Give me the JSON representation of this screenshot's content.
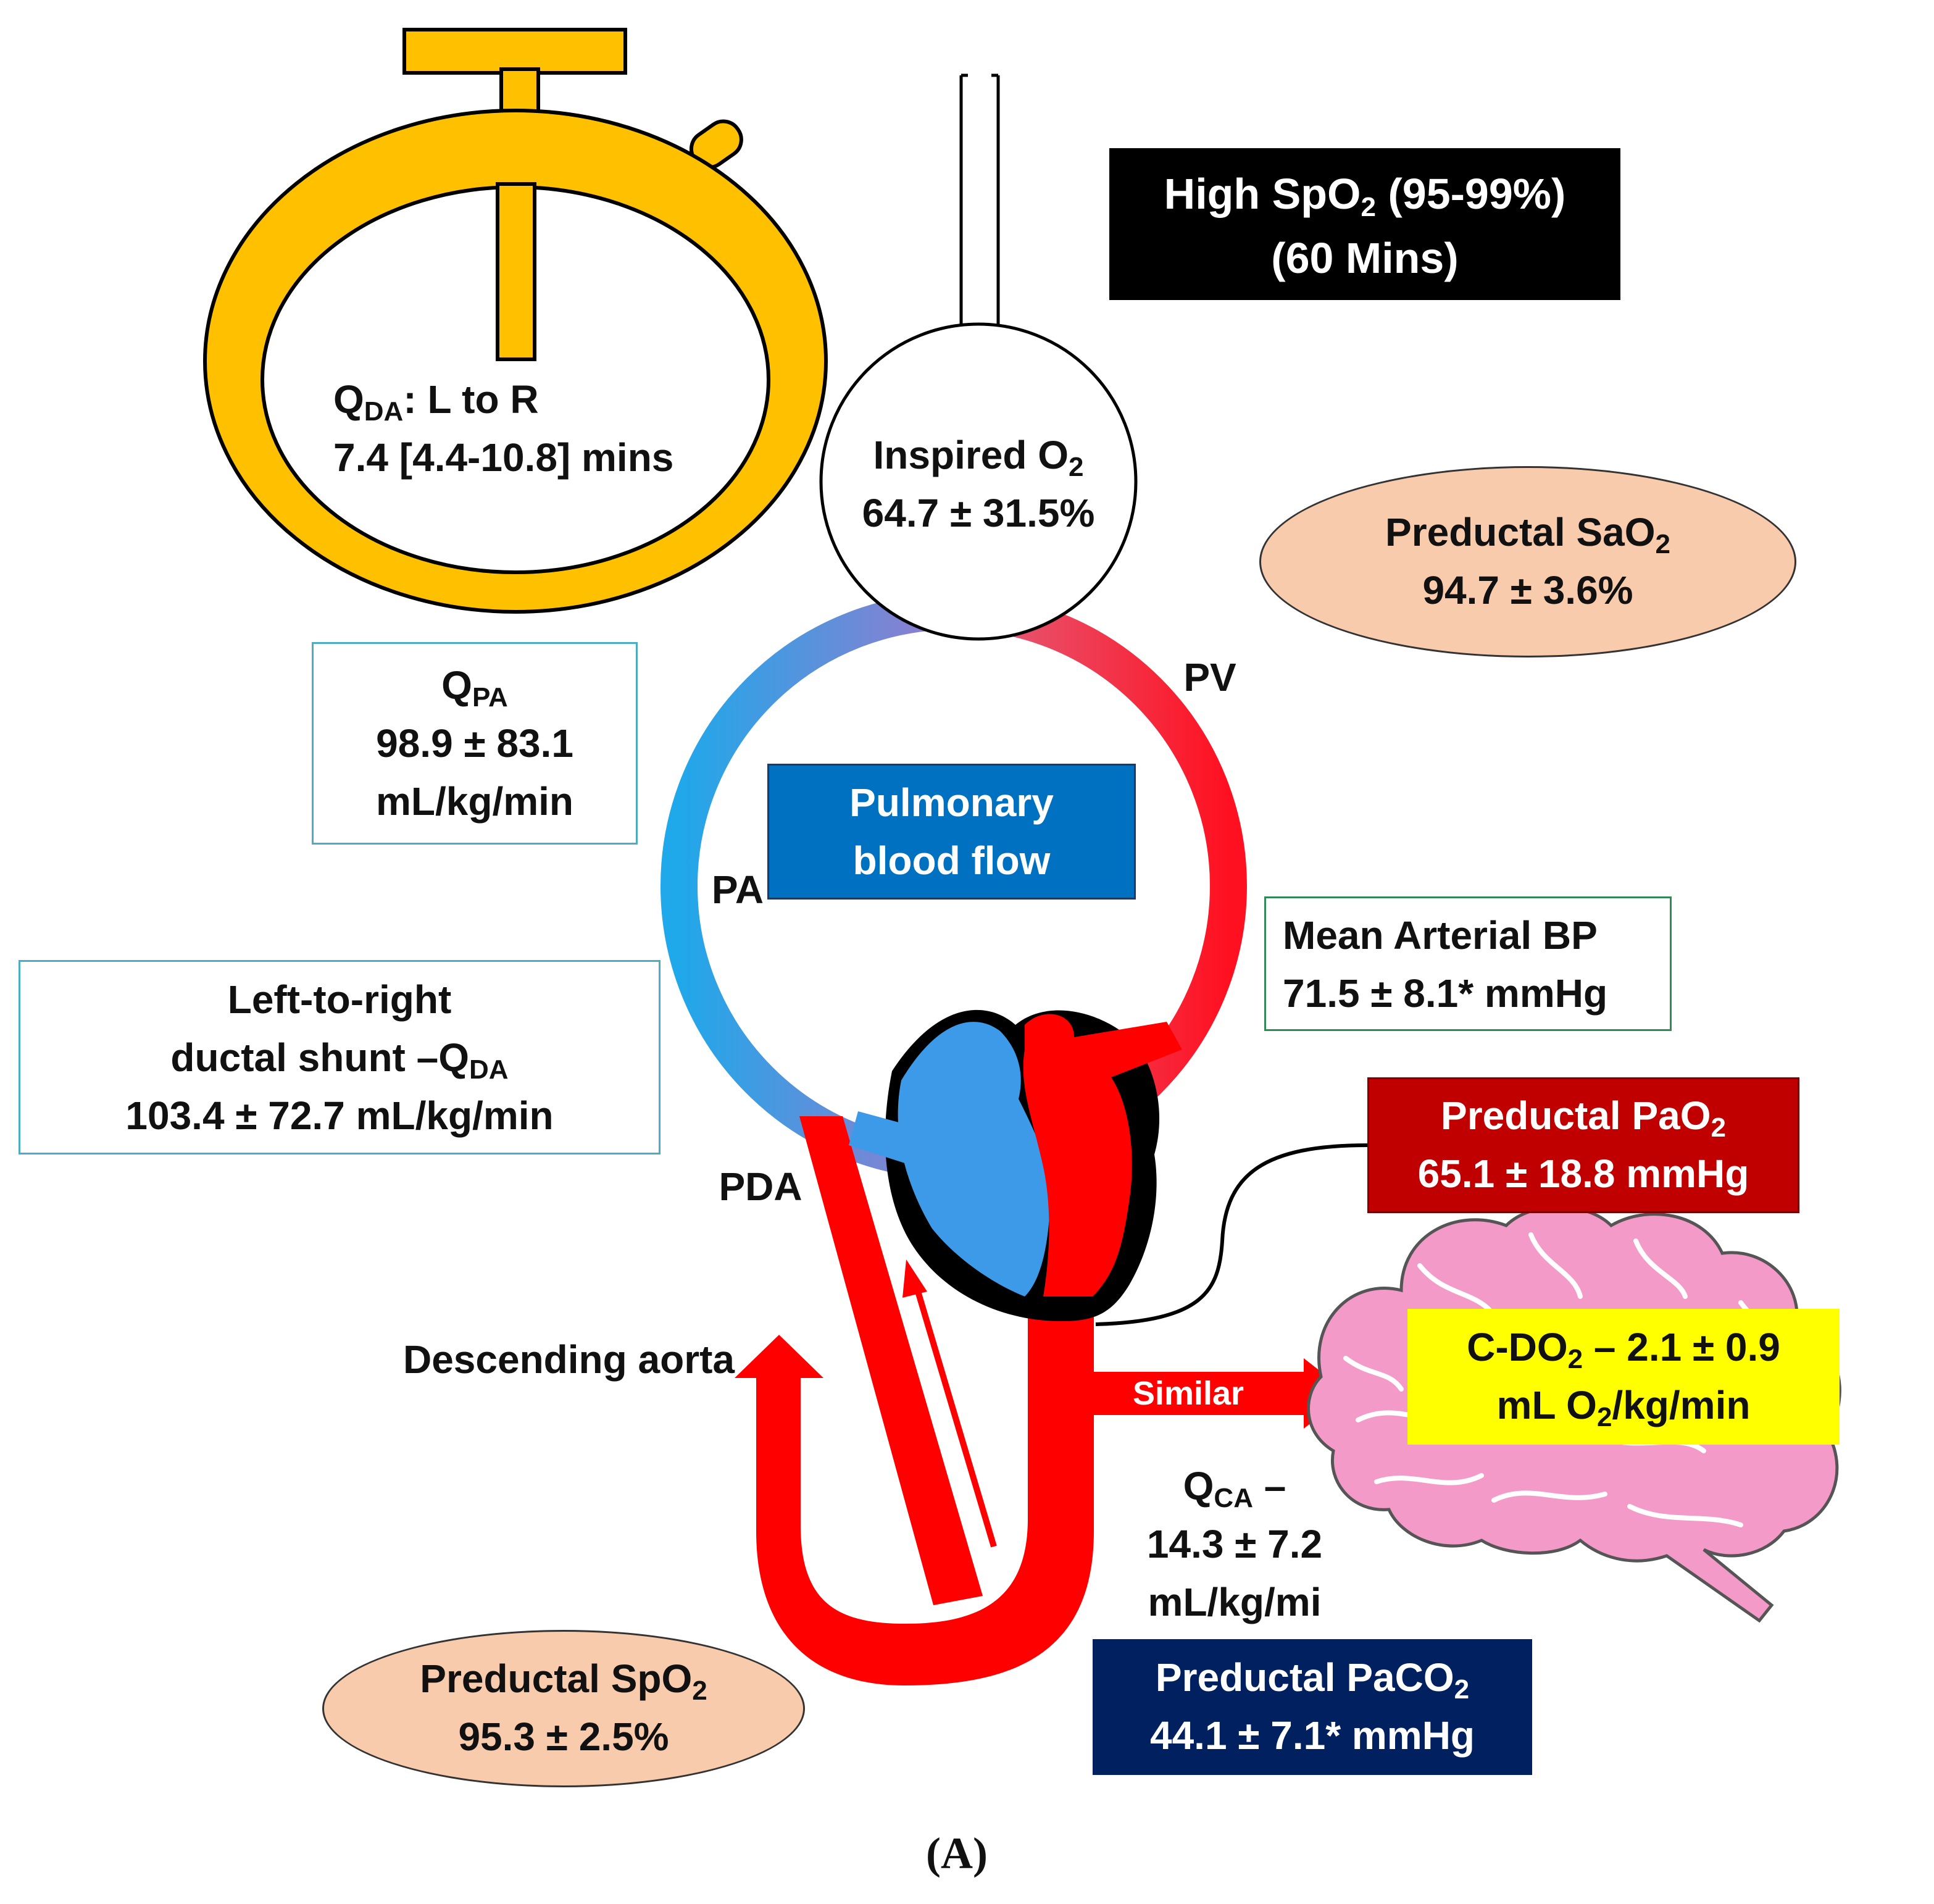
{
  "colors": {
    "stopwatch": "#ffc000",
    "blood_red": "#ff0000",
    "blood_blue": "#3c9ae8",
    "pulmonary_box": "#0070c0",
    "pao2_box": "#c00000",
    "paco2_box": "#002060",
    "cdo2_box": "#ffff00",
    "ellipse_fill": "#f8cbad",
    "brain_fill": "#f49ac8",
    "teal_border": "#4bacc6",
    "green_border": "#2e8b57"
  },
  "condition": {
    "line1_pre": "High SpO",
    "line1_sub": "2",
    "line1_post": " (95-99%)",
    "line2": "(60 Mins)"
  },
  "stopwatch": {
    "q_main": "Q",
    "q_sub": "DA",
    "q_rest": ": L to R",
    "value": "7.4 [4.4-10.8]  mins"
  },
  "inspired_o2": {
    "label_pre": "Inspired O",
    "label_sub": "2",
    "value": "64.7 ± 31.5%"
  },
  "preductal_sao2": {
    "label_pre": "Preductal SaO",
    "label_sub": "2",
    "value": "94.7 ± 3.6%"
  },
  "qpa": {
    "main": "Q",
    "sub": "PA",
    "value": "98.9 ± 83.1",
    "unit": "mL/kg/min"
  },
  "pulmonary": {
    "line1": "Pulmonary",
    "line2": "blood flow"
  },
  "vessel_labels": {
    "pa": "PA",
    "pv": "PV",
    "pda": "PDA"
  },
  "mean_bp": {
    "label": "Mean Arterial BP",
    "value": "71.5 ± 8.1* mmHg"
  },
  "ductal_shunt": {
    "line1": "Left-to-right",
    "line2_pre": "ductal shunt –Q",
    "line2_sub": "DA",
    "value": "103.4 ± 72.7 mL/kg/min"
  },
  "pao2": {
    "label_pre": "Preductal PaO",
    "label_sub": "2",
    "value": "65.1 ± 18.8 mmHg"
  },
  "cdo2": {
    "line1_pre": "C-DO",
    "line1_sub": "2",
    "line1_post": " – 2.1 ± 0.9",
    "line2_pre": "mL O",
    "line2_sub": "2",
    "line2_post": "/kg/min"
  },
  "descending_aorta": "Descending aorta",
  "similar": "Similar",
  "qca": {
    "main": "Q",
    "sub": "CA",
    "dash": " –",
    "value": "14.3 ± 7.2",
    "unit": "mL/kg/mi"
  },
  "preductal_spo2": {
    "label_pre": "Preductal SpO",
    "label_sub": "2",
    "value": "95.3 ± 2.5%"
  },
  "paco2": {
    "label_pre": "Preductal PaCO",
    "label_sub": "2",
    "value": "44.1 ± 7.1* mmHg"
  },
  "panel_label": "(A)"
}
